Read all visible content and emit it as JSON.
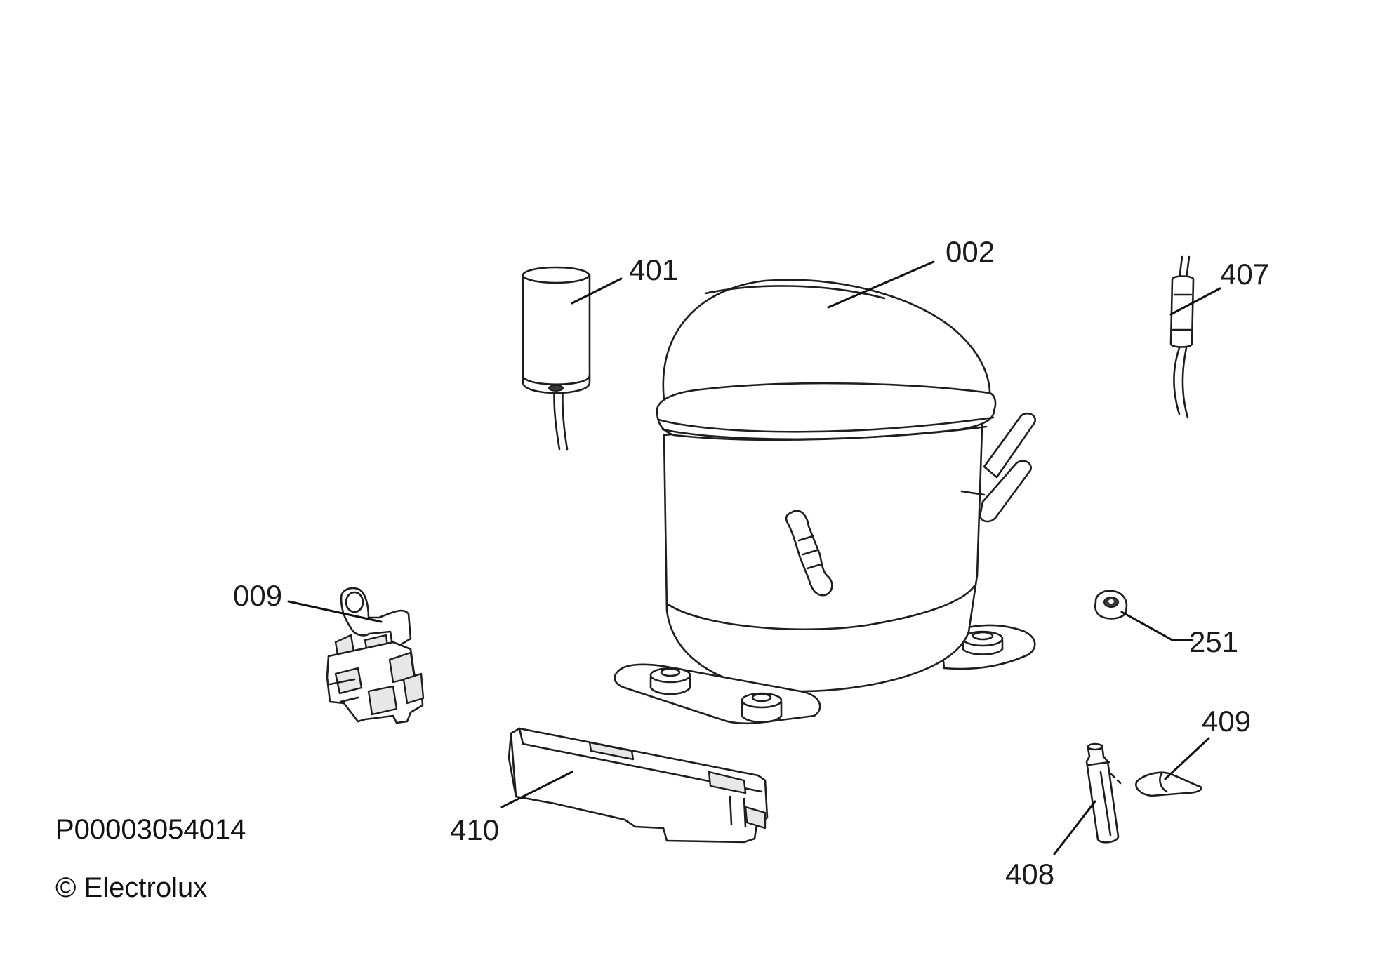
{
  "diagram": {
    "part_code": "P00003054014",
    "copyright": "© Electrolux",
    "callouts": [
      {
        "id": "002",
        "label": "002"
      },
      {
        "id": "401",
        "label": "401"
      },
      {
        "id": "407",
        "label": "407"
      },
      {
        "id": "009",
        "label": "009"
      },
      {
        "id": "251",
        "label": "251"
      },
      {
        "id": "409",
        "label": "409"
      },
      {
        "id": "410",
        "label": "410"
      },
      {
        "id": "408",
        "label": "408"
      }
    ]
  }
}
